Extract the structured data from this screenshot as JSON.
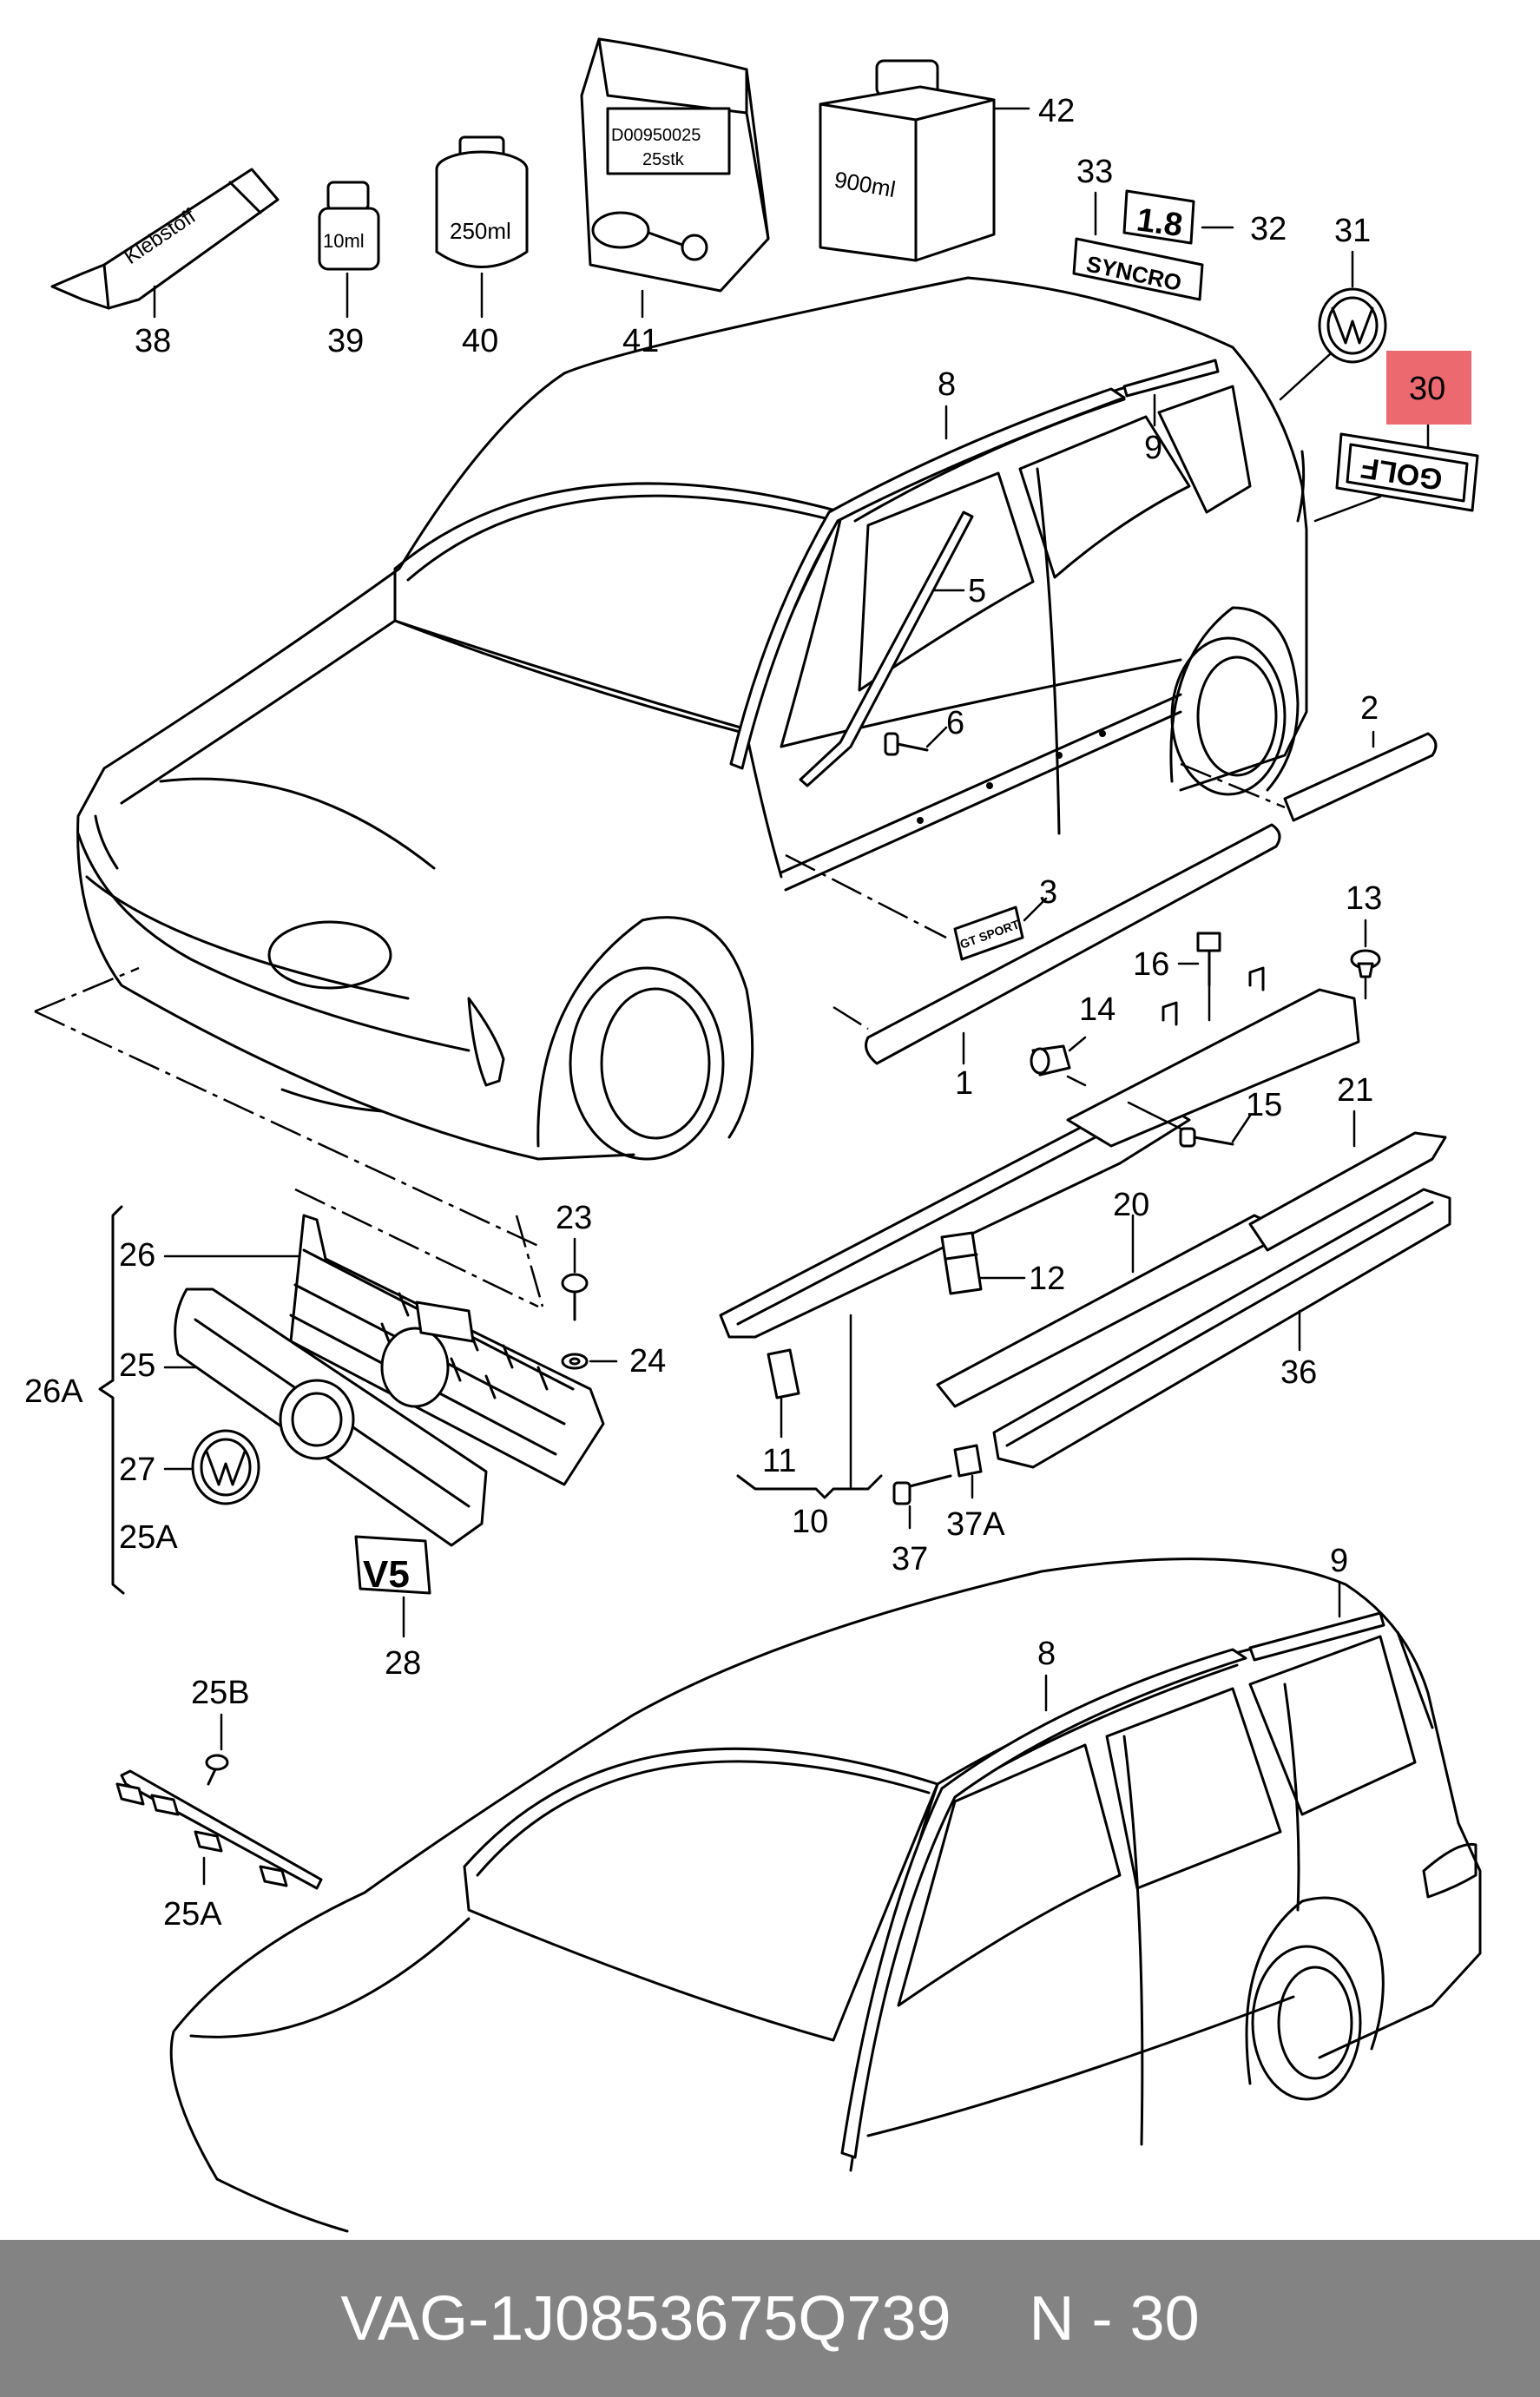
{
  "callouts": {
    "c1": "1",
    "c2": "2",
    "c3": "3",
    "c5": "5",
    "c6": "6",
    "c8": "8",
    "c9": "9",
    "c10": "10",
    "c11": "11",
    "c12": "12",
    "c13": "13",
    "c14": "14",
    "c15": "15",
    "c16": "16",
    "c20": "20",
    "c21": "21",
    "c23": "23",
    "c24": "24",
    "c25": "25",
    "c25A": "25A",
    "c25B": "25B",
    "c26": "26",
    "c26A": "26A",
    "c27": "27",
    "c28": "28",
    "c30": "30",
    "c31": "31",
    "c32": "32",
    "c33": "33",
    "c36": "36",
    "c37": "37",
    "c37A": "37A",
    "c38": "38",
    "c39": "39",
    "c40": "40",
    "c41": "41",
    "c42": "42",
    "c8b": "8",
    "c9b": "9",
    "c25Ab": "25A"
  },
  "product_labels": {
    "tube": "Klebstoff",
    "bottle_small": "10ml",
    "jar": "250ml",
    "bag_code": "D00950025",
    "bag_qty": "25stk",
    "canister": "900ml",
    "badge_1_8": "1.8",
    "badge_syncro": "SYNCRO",
    "badge_golf": "GOLF",
    "badge_gtsport": "GT SPORT",
    "badge_v5": "V5"
  },
  "highlight": {
    "color": "#ec6a6f",
    "callout": "30"
  },
  "footer": {
    "brand": "VAG",
    "separator": "-",
    "part_number": "1J0853675Q739",
    "position_label": "N - 30"
  }
}
